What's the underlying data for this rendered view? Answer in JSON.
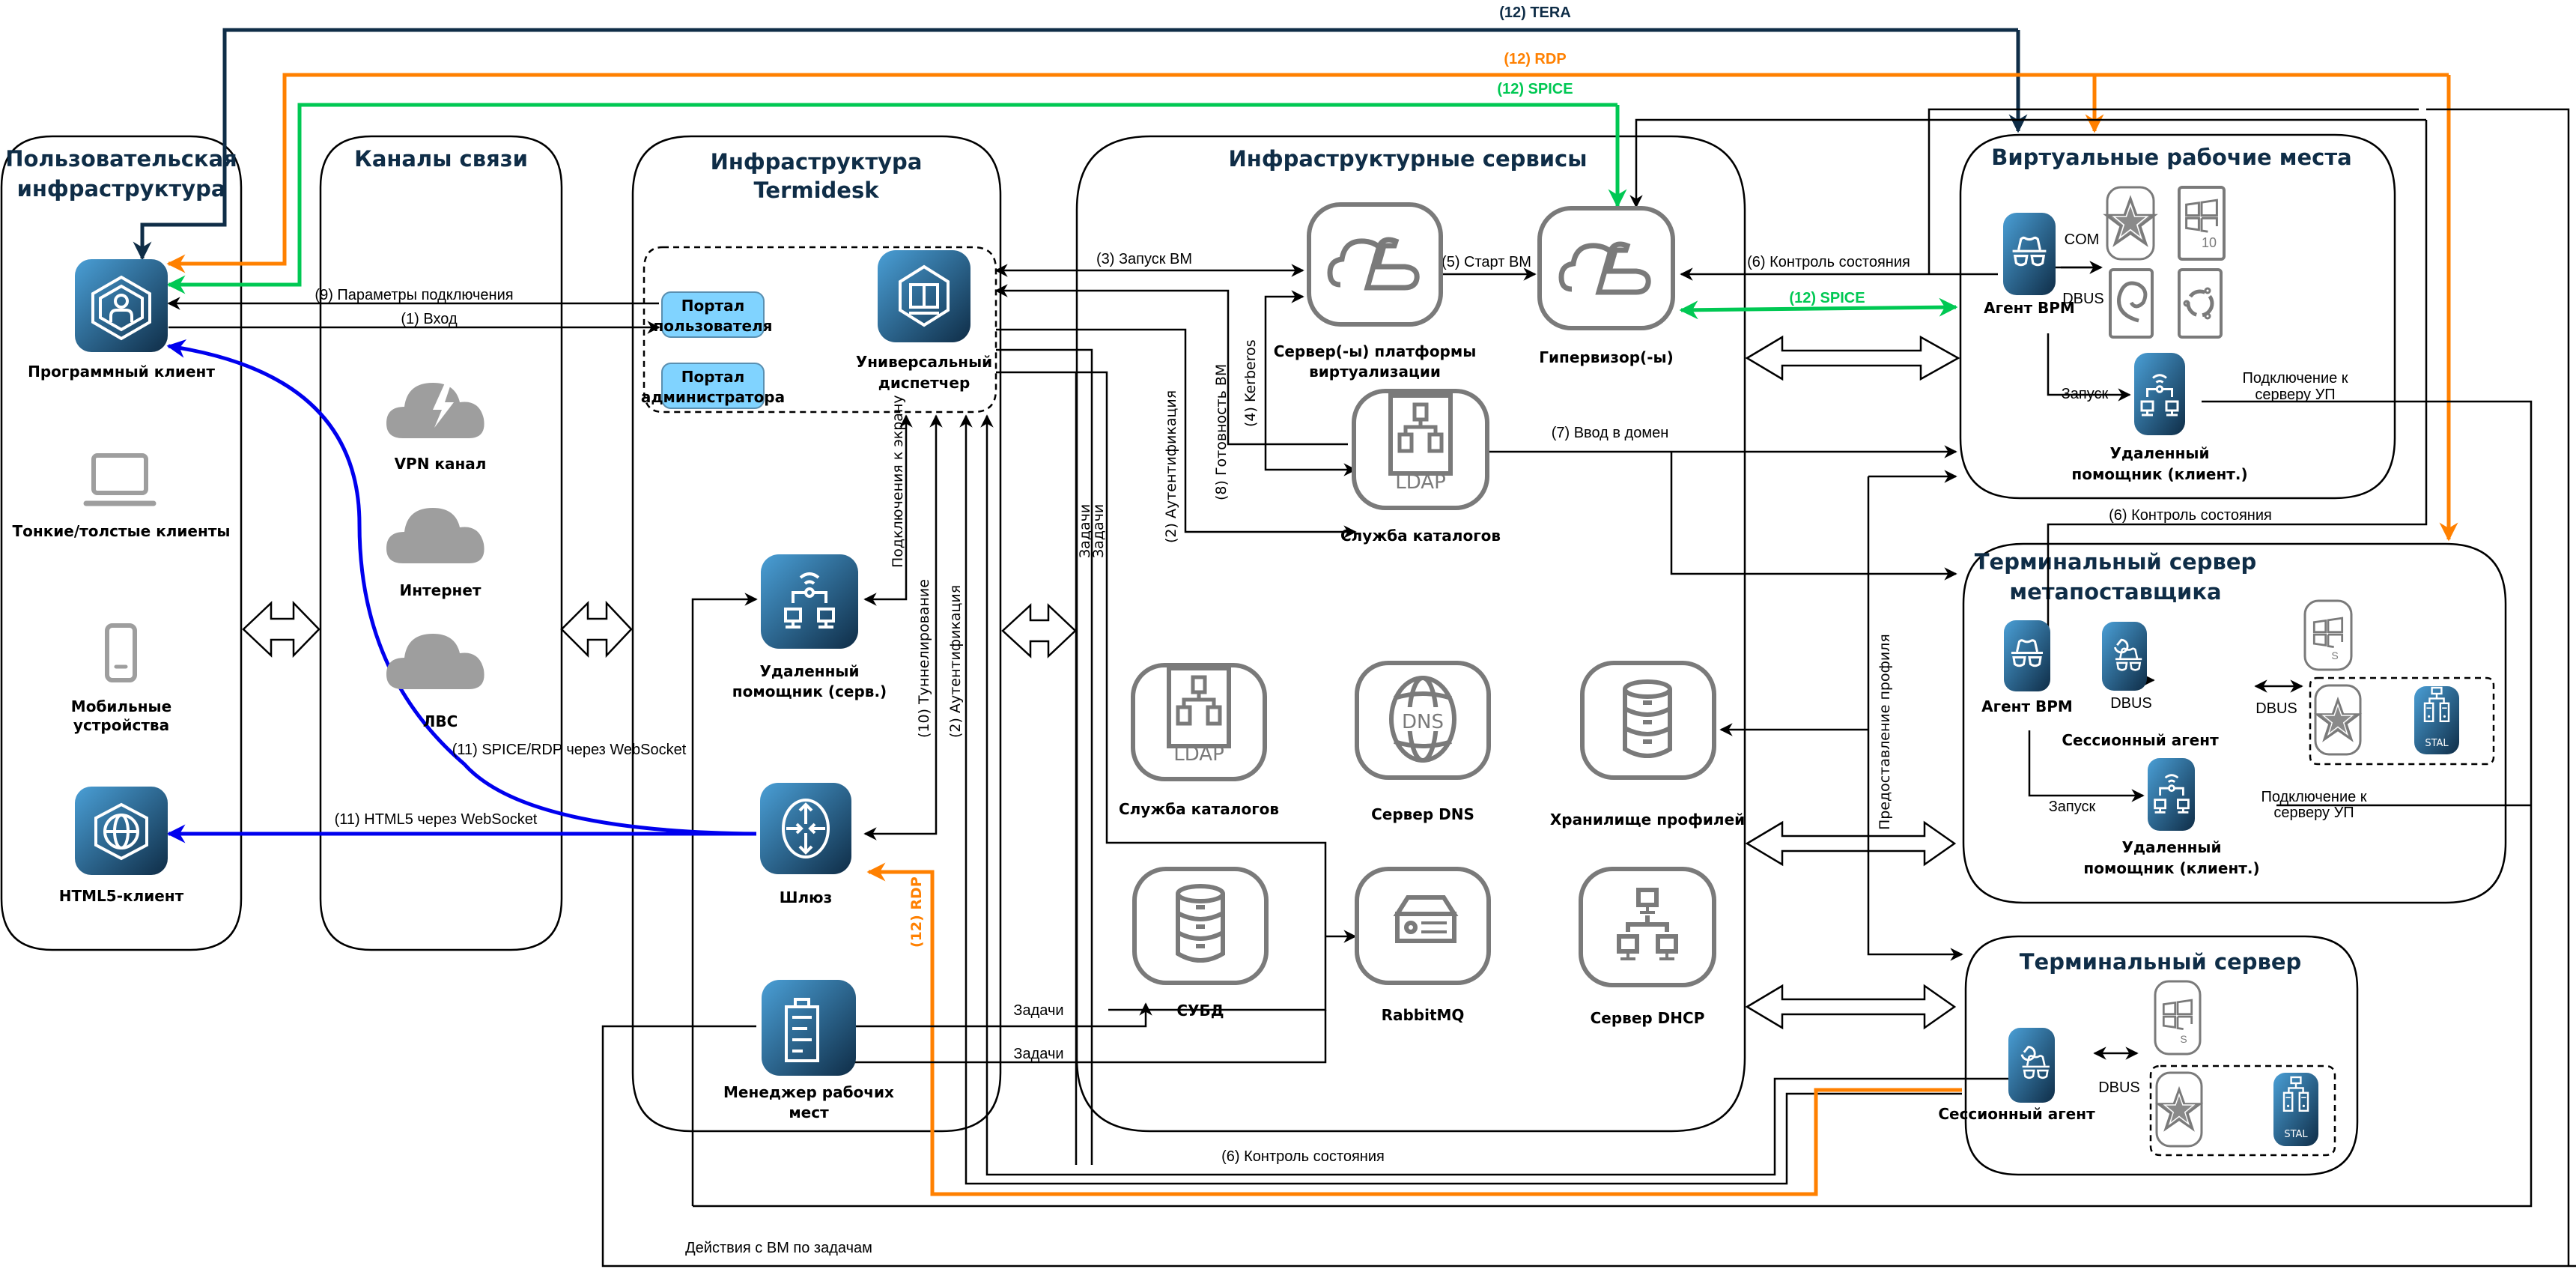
{
  "diagram_title": "Termidesk architecture",
  "colors": {
    "tera": "#0f2d47",
    "rdp": "#ff8000",
    "spice": "#00c853",
    "websocket": "#0000ee",
    "portal": "#80d3ff",
    "tile_gradient_start": "#4a9fd6",
    "tile_gradient_end": "#0f2d47",
    "service_icon": "#7a7a7a"
  },
  "groups": {
    "user_infra": {
      "title_line1": "Пользовательская",
      "title_line2": "инфраструктура"
    },
    "channels": {
      "title": "Каналы связи"
    },
    "termidesk": {
      "title_line1": "Инфраструктура",
      "title_line2": "Termidesk"
    },
    "infra_services": {
      "title": "Инфраструктурные сервисы"
    },
    "vdi": {
      "title": "Виртуальные рабочие места"
    },
    "terminal_meta": {
      "title_line1": "Терминальный сервер",
      "title_line2": "метапоставщика"
    },
    "terminal": {
      "title": "Терминальный сервер"
    }
  },
  "nodes": {
    "program_client": "Программный клиент",
    "thin_clients": "Тонкие/толстые клиенты",
    "mobile_line1": "Мобильные",
    "mobile_line2": "устройства",
    "html5_client": "HTML5-клиент",
    "vpn": "VPN канал",
    "internet": "Интернет",
    "lan": "ЛВС",
    "portal_user_line1": "Портал",
    "portal_user_line2": "пользователя",
    "portal_admin_line1": "Портал",
    "portal_admin_line2": "администратора",
    "dispatcher_line1": "Универсальный",
    "dispatcher_line2": "диспетчер",
    "remote_helper_srv_line1": "Удаленный",
    "remote_helper_srv_line2": "помощник (серв.)",
    "gateway": "Шлюз",
    "wsm_line1": "Менеджер рабочих",
    "wsm_line2": "мест",
    "virt_platform_line1": "Сервер(-ы) платформы",
    "virt_platform_line2": "виртуализации",
    "hypervisor": "Гипервизор(-ы)",
    "ldap_top": "Служба каталогов",
    "ldap_top_text": "LDAP",
    "ldap_bottom": "Служба каталогов",
    "ldap_bottom_text": "LDAP",
    "dns": "Сервер DNS",
    "dns_text": "DNS",
    "profile_storage": "Хранилище профилей",
    "dbms": "СУБД",
    "rabbitmq": "RabbitMQ",
    "dhcp": "Сервер DHCP",
    "vrm_agent": "Агент ВРМ",
    "remote_helper_client_line1": "Удаленный",
    "remote_helper_client_line2": "помощник (клиент.)",
    "win10_badge": "10",
    "meta_vrm_agent": "Агент ВРМ",
    "meta_session_agent": "Сессионный агент",
    "meta_remote_helper_line1": "Удаленный",
    "meta_remote_helper_line2": "помощник (клиент.)",
    "winserver_badge": "S",
    "stal_badge": "STAL",
    "term_session_agent": "Сессионный агент"
  },
  "edges": {
    "tera": "(12) TERA",
    "rdp_top": "(12) RDP",
    "spice_top": "(12) SPICE",
    "conn_params": "(9) Параметры подключения",
    "login": "(1) Вход",
    "start_vm_req": "(3) Запуск ВМ",
    "start_vm": "(5) Старт ВМ",
    "state_control_hv": "(6) Контроль состояния",
    "spice_hv": "(12) SPICE",
    "auth_2": "(2) Аутентификация",
    "vm_ready": "(8) Готовность ВМ",
    "kerberos": "(4) Kerberos",
    "domain_join": "(7) Ввод в домен",
    "tasks_v1": "Задачи",
    "tasks_v2": "Задачи",
    "screen_conn": "Подключения к экрану",
    "tunneling": "(10) Туннелирование",
    "auth_2b": "(2) Аутентификация",
    "spice_rdp_ws": "(11) SPICE/RDP через WebSocket",
    "html5_ws": "(11) HTML5 через WebSocket",
    "rdp_gateway": "(12) RDP",
    "tasks_h1": "Задачи",
    "tasks_h2": "Задачи",
    "state_control_bottom": "(6) Контроль состояния",
    "vm_actions": "Действия с ВМ по задачам",
    "com": "COM",
    "dbus_vdi": "DBUS",
    "launch_vdi": "Запуск",
    "helper_conn_vdi_line1": "Подключение к",
    "helper_conn_vdi_line2": "серверу УП",
    "state_control_meta": "(6) Контроль состояния",
    "profile_provision": "Предоставление профиля",
    "dbus_meta1": "DBUS",
    "dbus_meta2": "DBUS",
    "launch_meta": "Запуск",
    "helper_conn_meta_line1": "Подключение к",
    "helper_conn_meta_line2": "серверу УП",
    "dbus_term": "DBUS"
  }
}
